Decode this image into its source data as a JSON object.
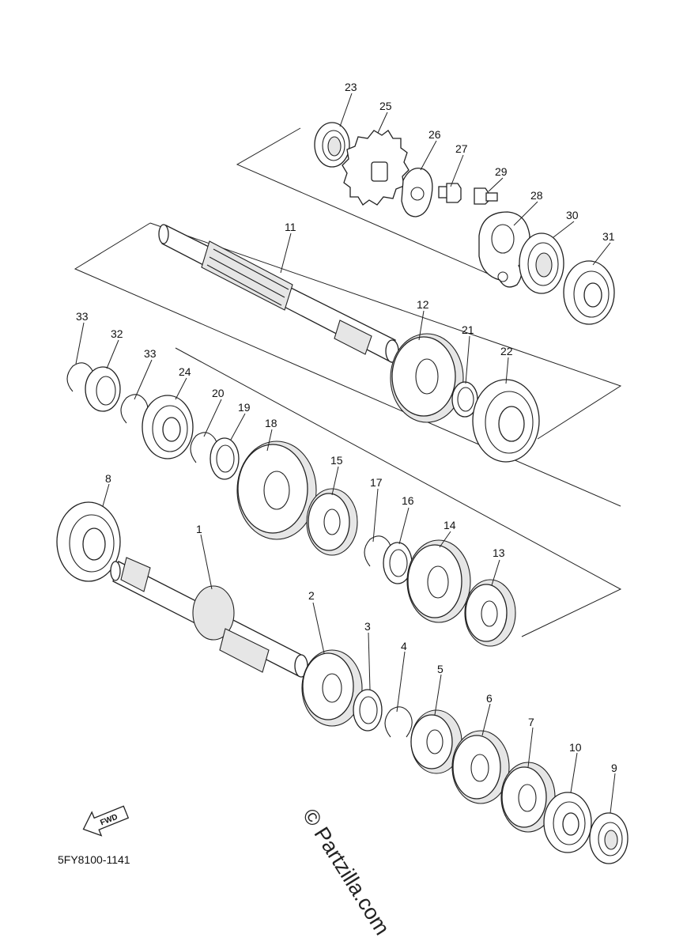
{
  "diagram_code": "5FY8100-1141",
  "fwd_label": "FWD",
  "watermark": "© Partzilla.com",
  "callouts": [
    {
      "n": "1"
    },
    {
      "n": "2"
    },
    {
      "n": "3"
    },
    {
      "n": "4"
    },
    {
      "n": "5"
    },
    {
      "n": "6"
    },
    {
      "n": "7"
    },
    {
      "n": "8"
    },
    {
      "n": "9"
    },
    {
      "n": "10"
    },
    {
      "n": "11"
    },
    {
      "n": "12"
    },
    {
      "n": "13"
    },
    {
      "n": "14"
    },
    {
      "n": "15"
    },
    {
      "n": "16"
    },
    {
      "n": "17"
    },
    {
      "n": "18"
    },
    {
      "n": "19"
    },
    {
      "n": "20"
    },
    {
      "n": "21"
    },
    {
      "n": "22"
    },
    {
      "n": "23"
    },
    {
      "n": "24"
    },
    {
      "n": "25"
    },
    {
      "n": "26"
    },
    {
      "n": "27"
    },
    {
      "n": "28"
    },
    {
      "n": "29"
    },
    {
      "n": "30"
    },
    {
      "n": "31"
    },
    {
      "n": "32"
    },
    {
      "n": "33"
    },
    {
      "n": "33"
    }
  ]
}
